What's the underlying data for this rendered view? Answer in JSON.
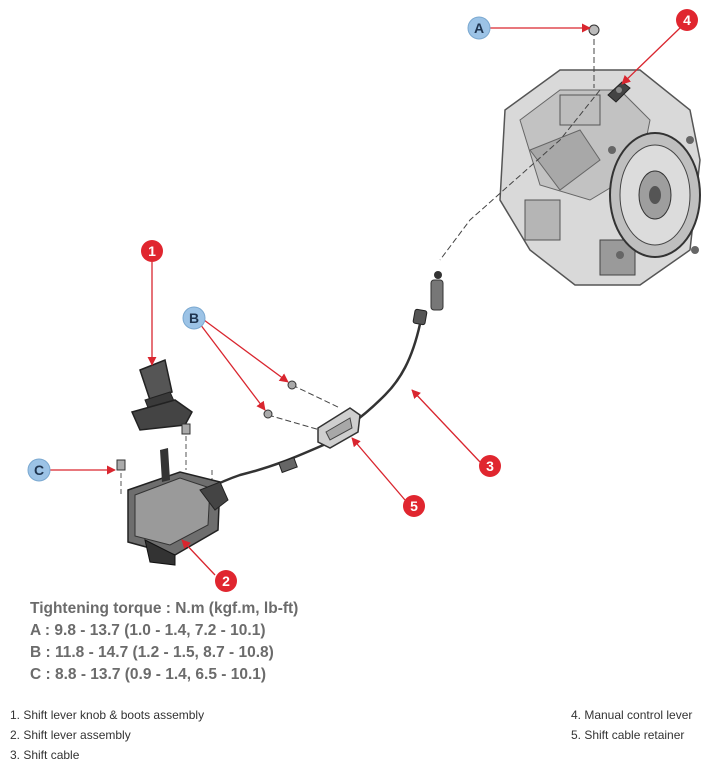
{
  "callouts": {
    "a": "A",
    "b": "B",
    "c": "C",
    "n1": "1",
    "n2": "2",
    "n3": "3",
    "n4": "4",
    "n5": "5"
  },
  "colors": {
    "red_badge": "#e0262f",
    "blue_badge": "#9cc3e6",
    "arrow": "#d9262f",
    "part_dark": "#3a3a3a",
    "part_light": "#d8d8d8"
  },
  "torque": {
    "title": "Tightening torque : N.m (kgf.m, lb-ft)",
    "a": "A : 9.8 - 13.7 (1.0 - 1.4, 7.2 - 10.1)",
    "b": "B : 11.8 - 14.7 (1.2 - 1.5, 8.7 - 10.8)",
    "c": "C : 8.8 - 13.7 (0.9 - 1.4, 6.5 - 10.1)"
  },
  "legend": {
    "item1": "1. Shift lever knob & boots assembly",
    "item2": "2. Shift lever assembly",
    "item3": "3. Shift cable",
    "item4": "4. Manual control lever",
    "item5": "5. Shift cable retainer"
  }
}
